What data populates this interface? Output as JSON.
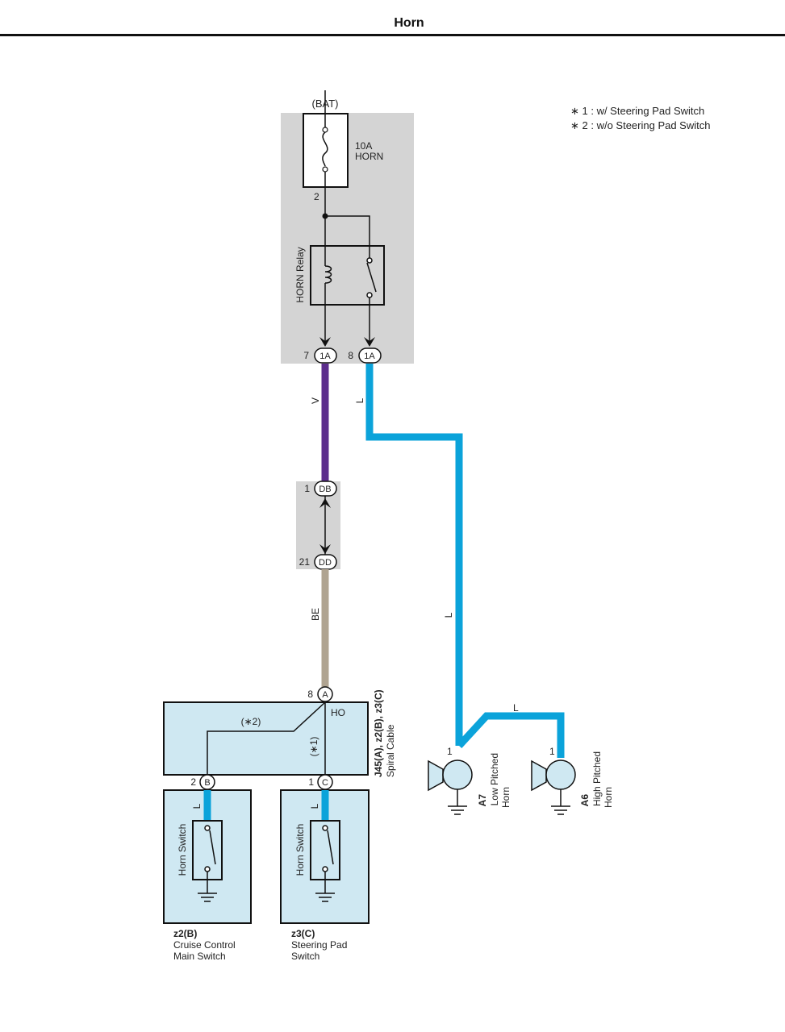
{
  "page": {
    "title": "Horn"
  },
  "notes": {
    "n1": "∗ 1 : w/ Steering Pad Switch",
    "n2": "∗ 2 : w/o Steering Pad Switch"
  },
  "power": {
    "source": "(BAT)",
    "fuse_rating": "10A",
    "fuse_name": "HORN",
    "fuse_pin": "2",
    "relay_label": "HORN Relay"
  },
  "connectors": {
    "c_1a_7": {
      "pin": "7",
      "id": "1A"
    },
    "c_1a_8": {
      "pin": "8",
      "id": "1A"
    },
    "c_db": {
      "pin": "1",
      "id": "DB"
    },
    "c_dd": {
      "pin": "21",
      "id": "DD"
    },
    "c_a": {
      "pin": "8",
      "id": "A"
    },
    "c_b": {
      "pin": "2",
      "id": "B"
    },
    "c_c": {
      "pin": "1",
      "id": "C"
    }
  },
  "wires": {
    "v": "V",
    "l_top": "L",
    "l_mid": "L",
    "l_horn": "L",
    "be": "BE",
    "l_b": "L",
    "l_c": "L"
  },
  "wire_colors": {
    "violet": "#5b2d8c",
    "blue": "#0ba3da",
    "beige": "#b0a491",
    "gray_box": "#d4d4d4",
    "light_blue_box": "#cfe8f2"
  },
  "spiral_cable": {
    "name_bold": "J45(A), z2(B), z3(C)",
    "name": "Spiral Cable",
    "terminal": "HO",
    "path1": "(∗1)",
    "path2": "(∗2)"
  },
  "switches": {
    "z2": {
      "label": "Horn Switch",
      "code": "z2(B)",
      "line1": "Cruise Control",
      "line2": "Main Switch"
    },
    "z3": {
      "label": "Horn Switch",
      "code": "z3(C)",
      "line1": "Steering Pad",
      "line2": "Switch"
    }
  },
  "horns": {
    "a7": {
      "pin": "1",
      "code": "A7",
      "line1": "Low Pitched",
      "line2": "Horn"
    },
    "a6": {
      "pin": "1",
      "code": "A6",
      "line1": "High Pitched",
      "line2": "Horn"
    }
  }
}
